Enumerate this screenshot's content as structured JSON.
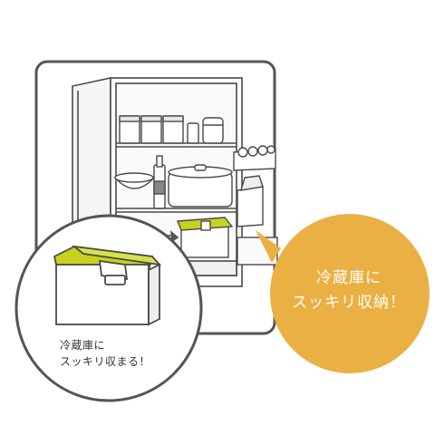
{
  "callout": {
    "line1": "冷蔵庫に",
    "line2": "スッキリ収納！",
    "color": "#EBB043"
  },
  "zoom_caption": {
    "line1": "冷蔵庫に",
    "line2": "スッキリ収まる！"
  },
  "colors": {
    "outline": "#4a4a4a",
    "frame": "#555555",
    "lid": "#C8D21E",
    "fridge_fill": "#ffffff",
    "shade": "#ededed"
  },
  "icons": [
    "refrigerator-illustration",
    "storage-container-icon",
    "magnifier-circle",
    "speech-bubble"
  ]
}
